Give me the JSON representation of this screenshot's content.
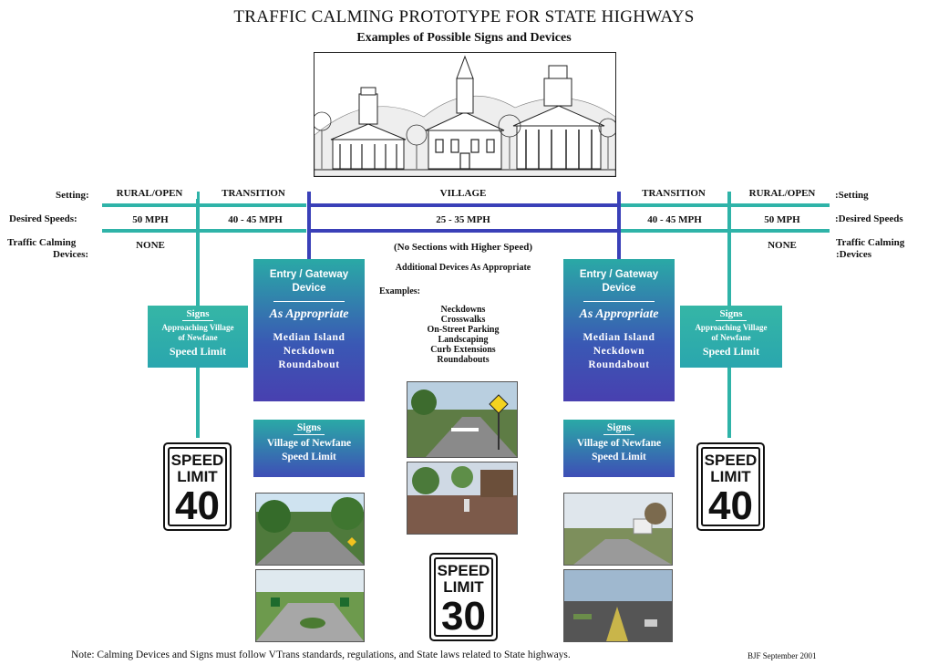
{
  "title": "TRAFFIC CALMING PROTOTYPE FOR STATE HIGHWAYS",
  "subtitle": "Examples of Possible Signs and Devices",
  "rows": {
    "left": {
      "setting": "Setting:",
      "speeds": "Desired Speeds:",
      "calming_1": "Traffic Calming",
      "calming_2": "Devices:"
    },
    "right": {
      "setting": ":Setting",
      "speeds": ":Desired Speeds",
      "calming_1": "Traffic Calming",
      "calming_2": ":Devices"
    }
  },
  "zones": {
    "rural_left": {
      "setting": "RURAL/OPEN",
      "speed": "50 MPH",
      "devices": "NONE"
    },
    "transition_left": {
      "setting": "TRANSITION",
      "speed": "40 - 45 MPH"
    },
    "village": {
      "setting": "VILLAGE",
      "speed": "25 - 35 MPH"
    },
    "transition_right": {
      "setting": "TRANSITION",
      "speed": "40 - 45 MPH"
    },
    "rural_right": {
      "setting": "RURAL/OPEN",
      "speed": "50 MPH",
      "devices": "NONE"
    }
  },
  "village_center": {
    "no_higher": "(No Sections with Higher Speed)",
    "additional": "Additional Devices As Appropriate",
    "examples_label": "Examples:",
    "examples": [
      "Neckdowns",
      "Crosswalks",
      "On-Street Parking",
      "Landscaping",
      "Curb Extensions",
      "Roundabouts"
    ]
  },
  "gateway": {
    "title_1": "Entry / Gateway",
    "title_2": "Device",
    "as_appropriate": "As Appropriate",
    "devices": [
      "Median Island",
      "Neckdown",
      "Roundabout"
    ]
  },
  "village_signs": {
    "title": "Signs",
    "line_1": "Village of Newfane",
    "line_2": "Speed Limit"
  },
  "approach_signs": {
    "title": "Signs",
    "line_1": "Approaching Village",
    "line_2": "of Newfane",
    "line_3": "Speed Limit"
  },
  "speed_signs": {
    "left": {
      "line_1": "SPEED",
      "line_2": "LIMIT",
      "value": "40"
    },
    "center": {
      "line_1": "SPEED",
      "line_2": "LIMIT",
      "value": "30"
    },
    "right": {
      "line_1": "SPEED",
      "line_2": "LIMIT",
      "value": "40"
    }
  },
  "footer": {
    "note": "Note:  Calming Devices and Signs must follow VTrans standards, regulations, and State laws related to State highways.",
    "credit": "BJF September 2001"
  },
  "colors": {
    "teal": "#2fb3a8",
    "navy": "#3a40b8"
  }
}
